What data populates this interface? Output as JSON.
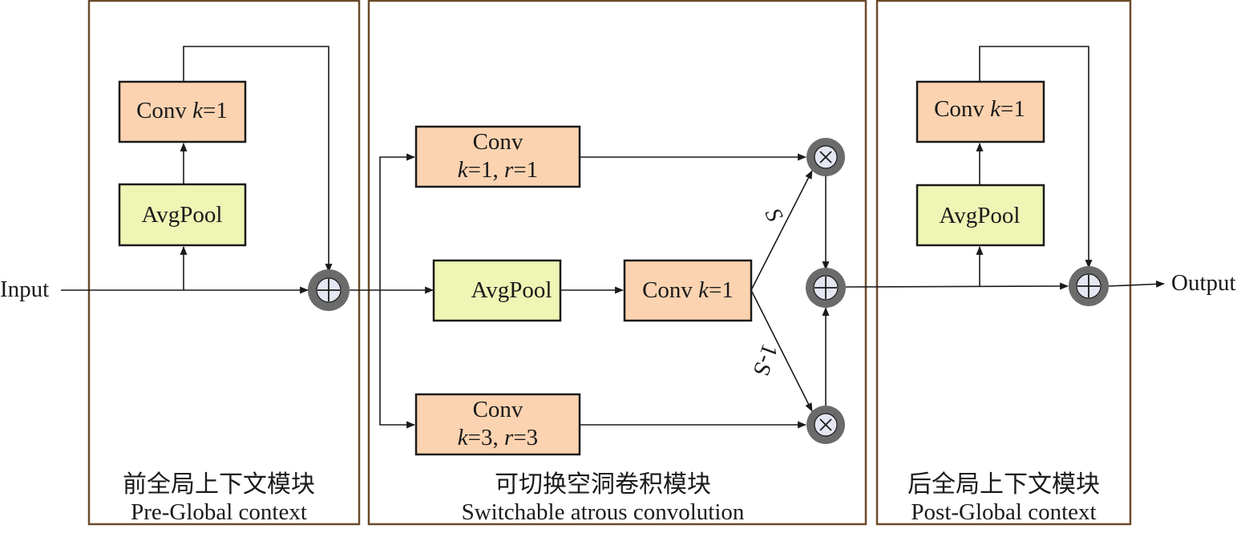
{
  "labels": {
    "input": "Input",
    "output": "Output",
    "s_weight": "S",
    "one_minus_s_weight": "1-S"
  },
  "modules": {
    "pre": {
      "title_cn": "前全局上下文模块",
      "title_en": "Pre-Global context"
    },
    "sac": {
      "title_cn": "可切换空洞卷积模块",
      "title_en": "Switchable atrous convolution"
    },
    "post": {
      "title_cn": "后全局上下文模块",
      "title_en": "Post-Global context"
    }
  },
  "blocks": {
    "pre_conv": {
      "prefix": "Conv ",
      "k": "k",
      "eq": "=1"
    },
    "pre_pool": "AvgPool",
    "sac_conv_top": {
      "line1": "Conv",
      "k": "k",
      "k_val": "=1, ",
      "r": "r",
      "r_val": "=1"
    },
    "sac_pool": "AvgPool",
    "sac_conv_mid": {
      "prefix": "Conv ",
      "k": "k",
      "eq": "=1"
    },
    "sac_conv_bottom": {
      "line1": "Conv",
      "k": "k",
      "k_val": "=3, ",
      "r": "r",
      "r_val": "=3"
    },
    "post_conv": {
      "prefix": "Conv ",
      "k": "k",
      "eq": "=1"
    },
    "post_pool": "AvgPool"
  },
  "operators": {
    "add": "add",
    "multiply": "multiply"
  },
  "colors": {
    "conv_fill": "#fbd3b0",
    "pool_fill": "#eef5b5",
    "frame": "#6b4a2a",
    "operator_ring": "#6b6b6b",
    "operator_fill": "#e4e6f2"
  }
}
